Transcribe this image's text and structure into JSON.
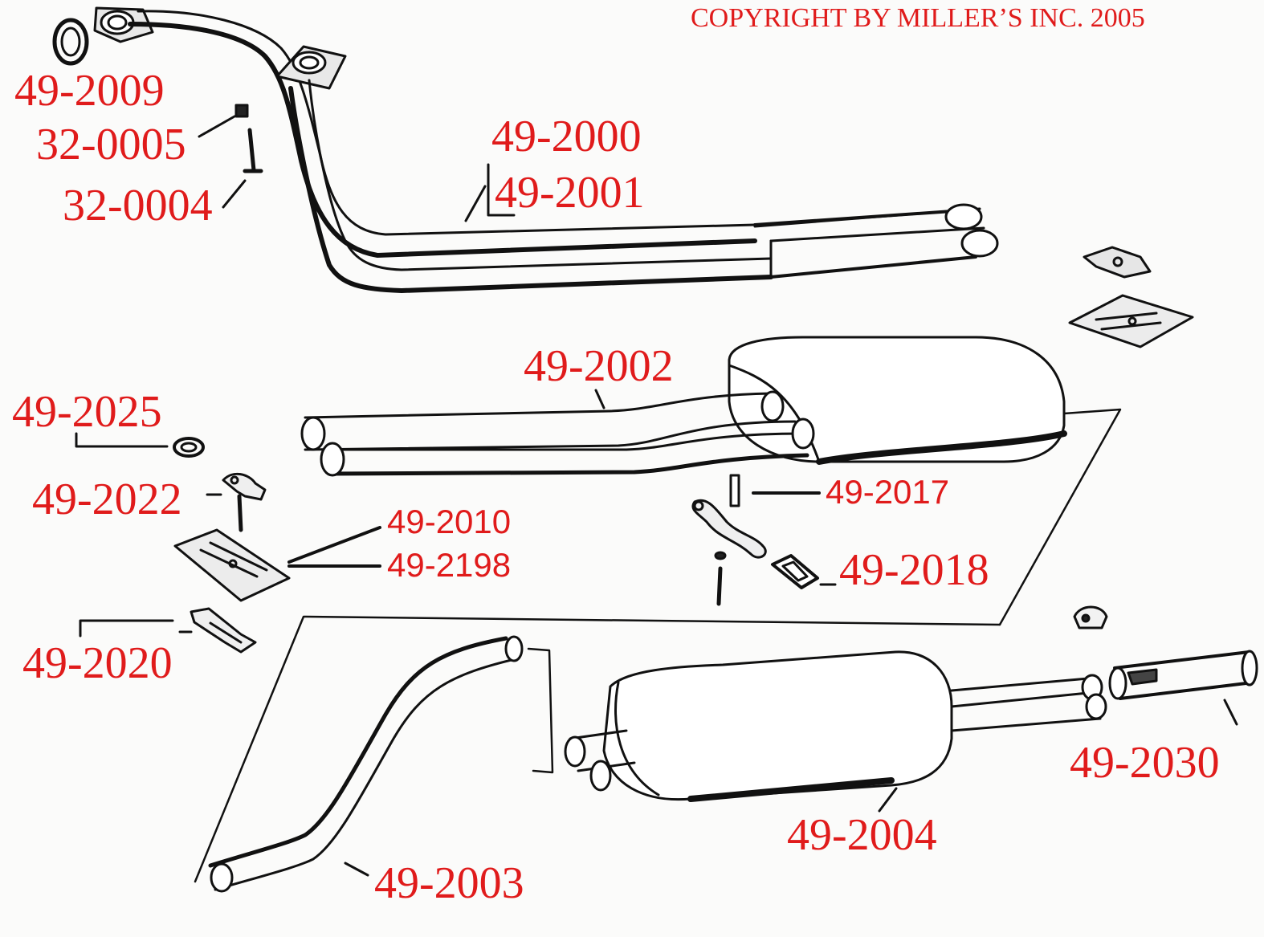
{
  "copyright": "COPYRIGHT BY MILLER’S INC. 2005",
  "label_color": "#e01b1b",
  "line_color": "#111111",
  "part_labels": {
    "p49_2009": "49-2009",
    "p32_0005": "32-0005",
    "p32_0004": "32-0004",
    "p49_2000": "49-2000",
    "p49_2001": "49-2001",
    "p49_2002": "49-2002",
    "p49_2025": "49-2025",
    "p49_2022": "49-2022",
    "p49_2010": "49-2010",
    "p49_2198": "49-2198",
    "p49_2017": "49-2017",
    "p49_2018": "49-2018",
    "p49_2020": "49-2020",
    "p49_2030": "49-2030",
    "p49_2004": "49-2004",
    "p49_2003": "49-2003"
  }
}
